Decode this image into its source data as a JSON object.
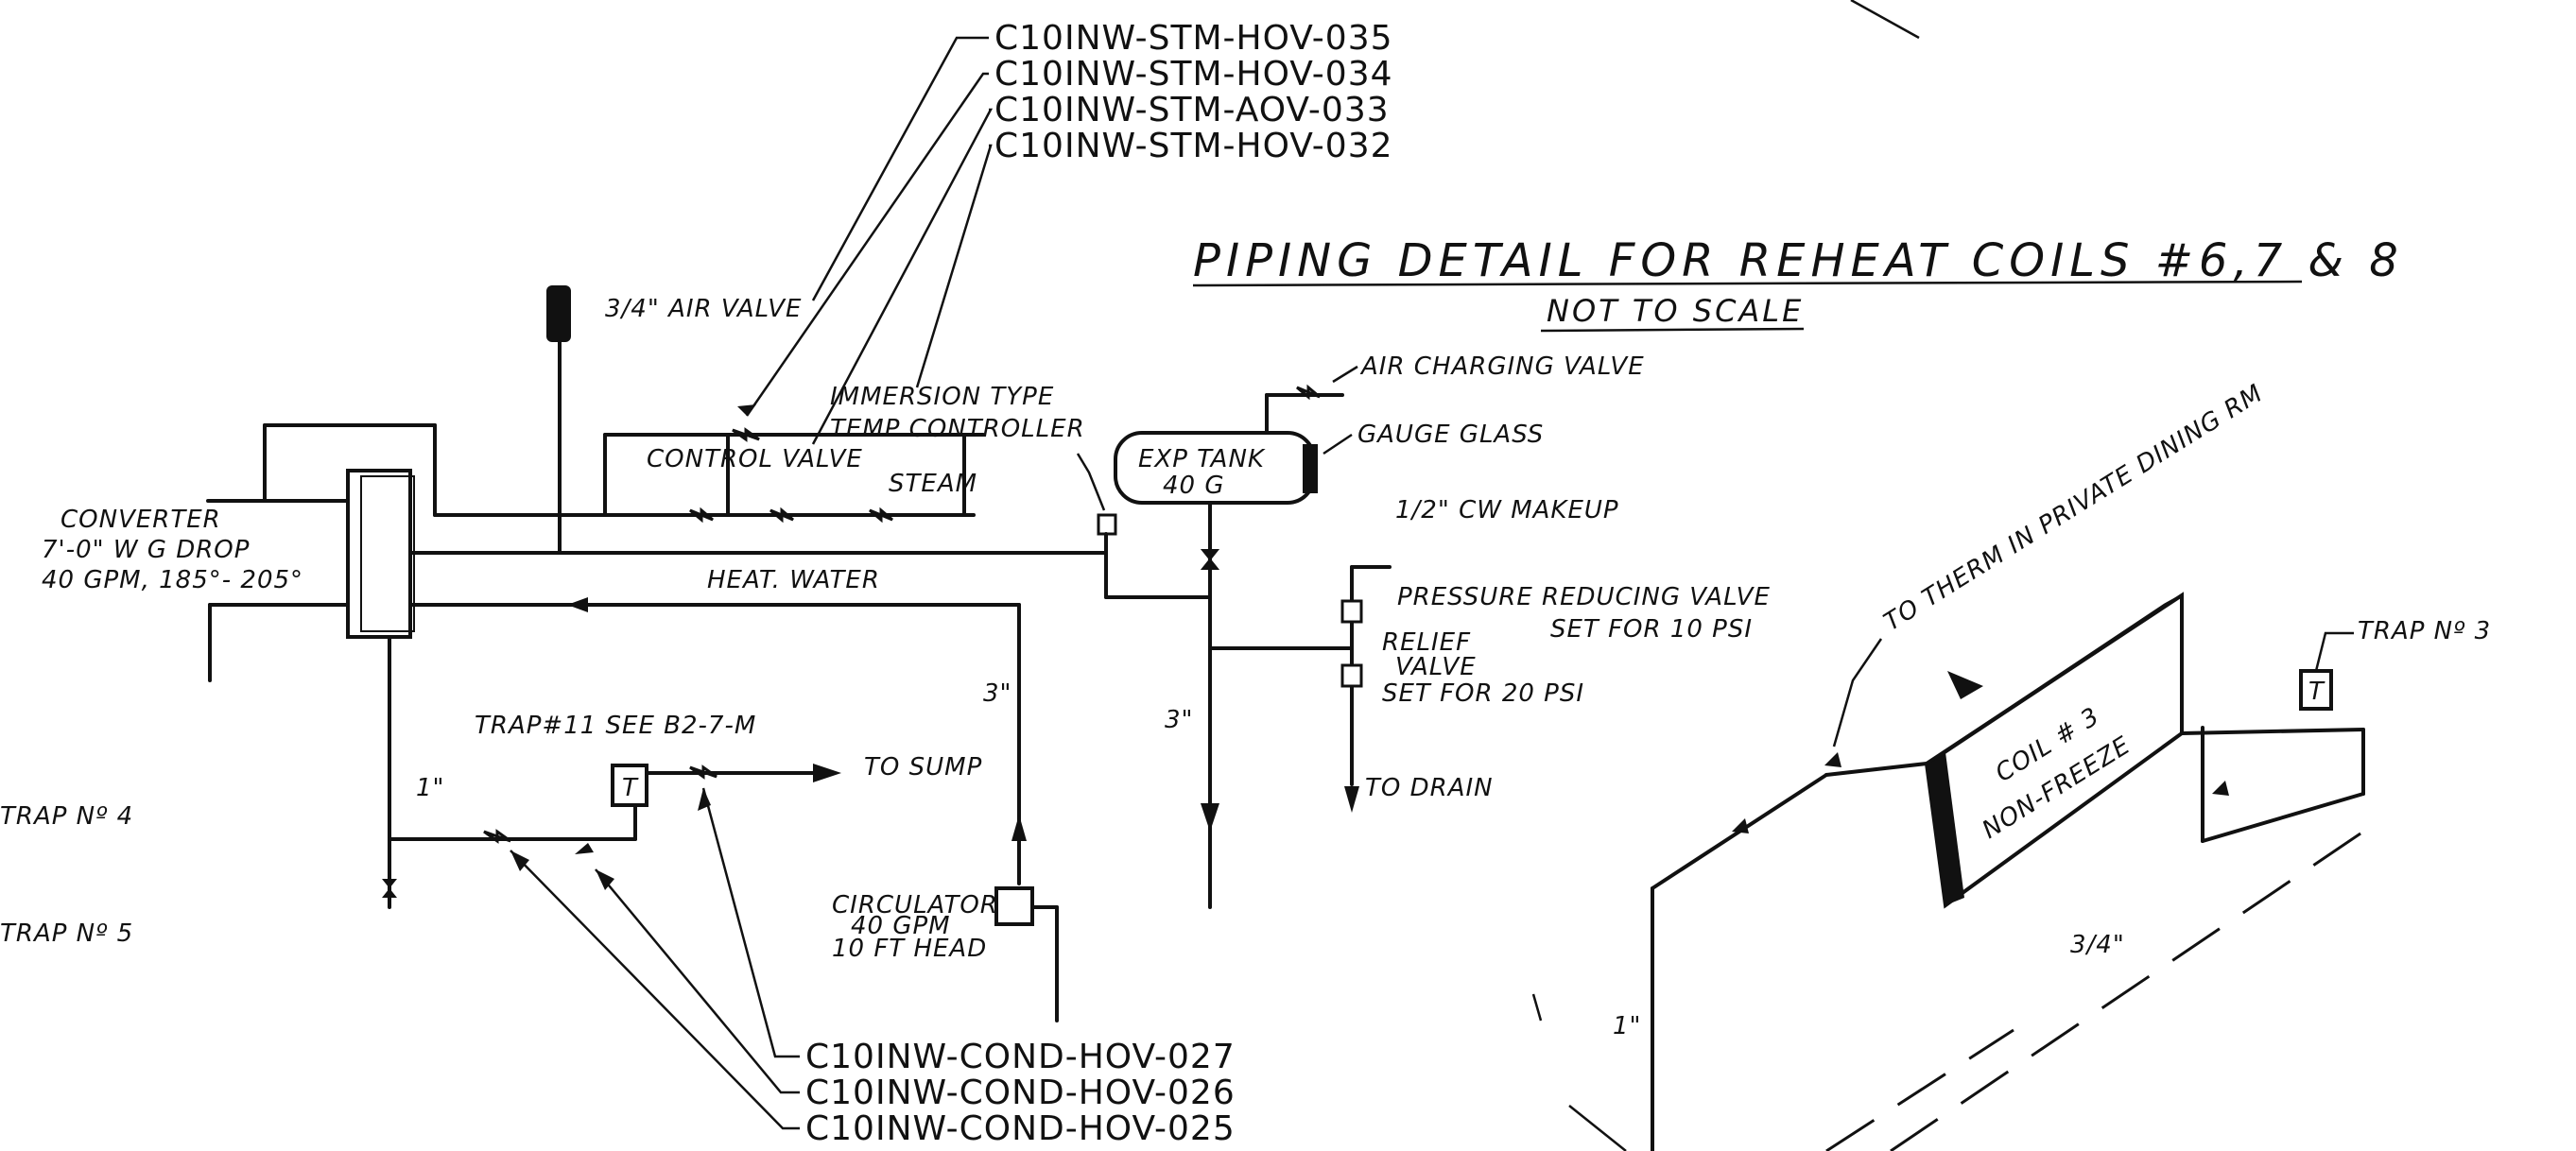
{
  "title": "PIPING DETAIL FOR REHEAT COILS #6,7 & 8",
  "subtitle": "NOT TO SCALE",
  "valve_tags_top": [
    "C10INW-STM-HOV-035",
    "C10INW-STM-HOV-034",
    "C10INW-STM-AOV-033",
    "C10INW-STM-HOV-032"
  ],
  "valve_tags_bottom": [
    "C10INW-COND-HOV-027",
    "C10INW-COND-HOV-026",
    "C10INW-COND-HOV-025"
  ],
  "labels": {
    "air_valve": "3/4\" AIR VALVE",
    "converter_1": "CONVERTER",
    "converter_2": "7'-0\" W G DROP",
    "converter_3": "40 GPM, 185°- 205°",
    "control_valve": "CONTROL VALVE",
    "steam": "STEAM",
    "immersion_1": "IMMERSION TYPE",
    "immersion_2": "TEMP CONTROLLER",
    "exp_tank_1": "EXP TANK",
    "exp_tank_2": "40 G",
    "air_charging": "AIR CHARGING VALVE",
    "gauge_glass": "GAUGE GLASS",
    "cw_makeup": "1/2\" CW MAKEUP",
    "prv_1": "PRESSURE REDUCING VALVE",
    "prv_2": "SET FOR 10 PSI",
    "relief_1": "RELIEF",
    "relief_2": "VALVE",
    "relief_3": "SET FOR 20 PSI",
    "drain": "TO DRAIN",
    "heat_water": "HEAT. WATER",
    "trap11": "TRAP#11 SEE B2-7-M",
    "to_sump": "TO SUMP",
    "circ_1": "CIRCULATOR",
    "circ_2": "40 GPM",
    "circ_3": "10 FT HEAD",
    "trap4": "TRAP Nº 4",
    "trap5": "TRAP Nº 5",
    "trap3": "TRAP Nº 3",
    "three_in_a": "3\"",
    "three_in_b": "3\"",
    "one_in": "1\"",
    "to_therm": "TO THERM IN PRIVATE DINING RM",
    "coil_1": "COIL # 3",
    "coil_2": "NON-FREEZE",
    "three_quarter": "3/4\"",
    "one_in_b": "1\"",
    "trap_t": "T"
  }
}
